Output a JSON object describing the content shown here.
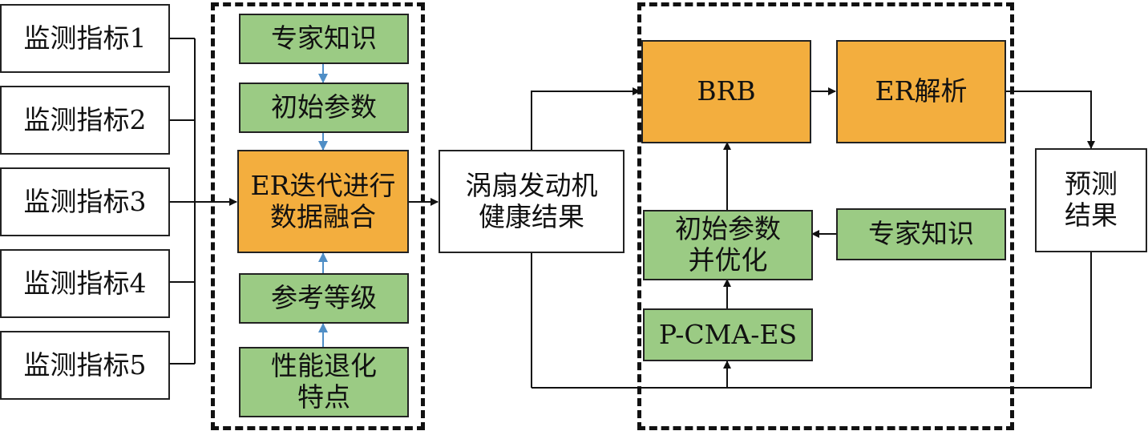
{
  "inputs": [
    "监测指标1",
    "监测指标2",
    "监测指标3",
    "监测指标4",
    "监测指标5"
  ],
  "fusion": {
    "expert": "专家知识",
    "initial_params": "初始参数",
    "er_line1": "ER迭代进行",
    "er_line2": "数据融合",
    "ref_levels": "参考等级",
    "degradation_line1": "性能退化",
    "degradation_line2": "特点"
  },
  "health": {
    "line1": "涡扇发动机",
    "line2": "健康结果"
  },
  "brb": {
    "brb": "BRB",
    "er_analysis": "ER解析",
    "init_opt_line1": "初始参数",
    "init_opt_line2": "并优化",
    "expert": "专家知识",
    "optimizer": "P-CMA-ES"
  },
  "prediction": {
    "line1": "预测",
    "line2": "结果"
  },
  "colors": {
    "green": "#9bcb84",
    "orange": "#f3ae3e",
    "blue_arrow": "#4f8ec6",
    "line": "#111111"
  }
}
